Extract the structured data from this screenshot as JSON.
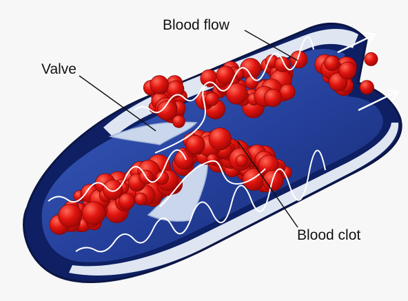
{
  "labels": {
    "blood_flow": "Blood flow",
    "valve": "Valve",
    "blood_clot": "Blood clot"
  },
  "colors": {
    "vessel_outer": "#0e1f63",
    "vessel_wall": "#dfe6f2",
    "lumen": "#2b4aa8",
    "clot": "#e0140f",
    "clot_highlight": "#ff5a48",
    "flow_line": "#ffffff",
    "leader_line": "#111111"
  }
}
